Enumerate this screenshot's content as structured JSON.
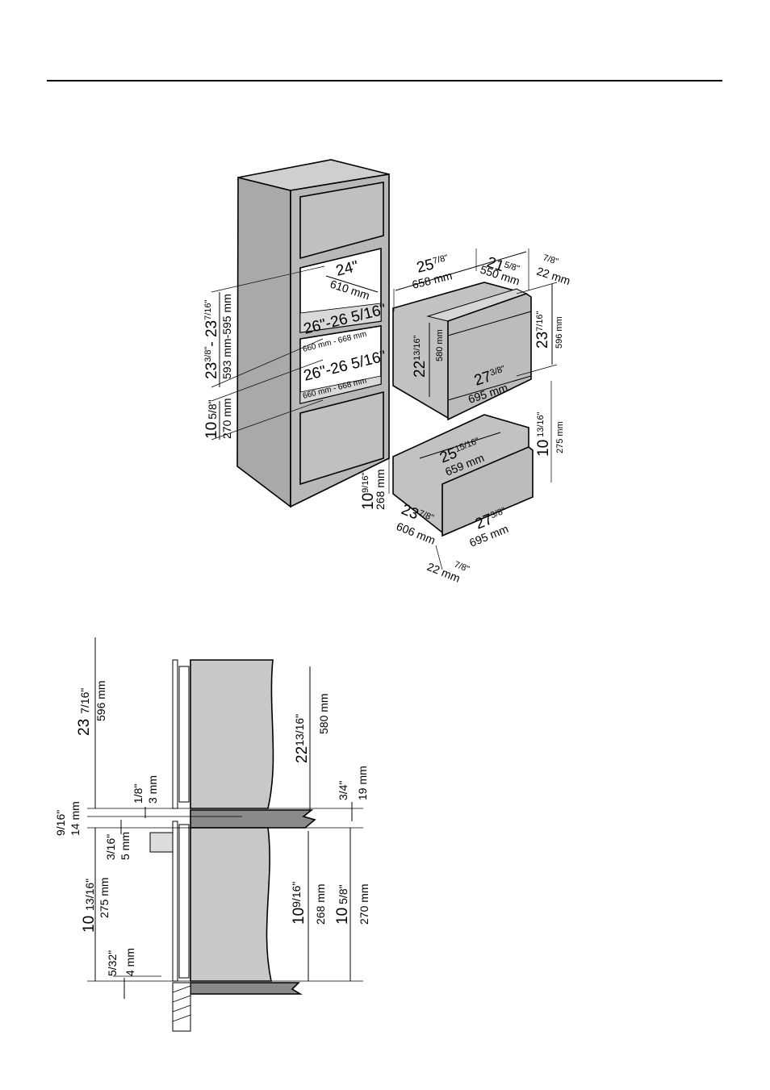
{
  "colors": {
    "cabinet": "#b8b8b8",
    "cabinet_side": "#a9a9a9",
    "appliance": "#c2c2c2",
    "panel_dark": "#8a8a8a",
    "line": "#000000"
  },
  "cabinet_dims": {
    "depth_in": "24\"",
    "depth_mm": "610 mm",
    "niche1_in": "26\"-26 5/16\"",
    "niche1_mm": "660 mm - 668 mm",
    "niche2_in": "26\"-26 5/16\"",
    "niche2_mm": "660 mm - 668 mm",
    "height_in_main": "23",
    "height_in_frac1": "3/8\"",
    "height_in_sep": "- 23",
    "height_in_frac2": "7/16\"",
    "height_mm": "593 mm-595 mm",
    "drawer_niche_in_main": "10",
    "drawer_niche_in_frac": "5/8\"",
    "drawer_niche_mm": "270 mm"
  },
  "oven_dims": {
    "depth_in_main": "25",
    "depth_in_frac": "7/8\"",
    "depth_mm": "658 mm",
    "body_depth_in_main": "21",
    "body_depth_in_frac": "5/8\"",
    "body_depth_mm": "550 mm",
    "front_in": "7/8\"",
    "front_mm": "22 mm",
    "height_in_main": "23",
    "height_in_frac": "7/16\"",
    "height_mm": "596 mm",
    "inner_height_in_main": "22",
    "inner_height_in_frac": "13/16\"",
    "inner_height_mm": "580 mm",
    "width_in_main": "27",
    "width_in_frac": "3/8\"",
    "width_mm": "695 mm"
  },
  "drawer_dims": {
    "width_in_main": "25",
    "width_in_frac": "15/16\"",
    "width_mm": "659 mm",
    "height_in_main": "10",
    "height_in_frac": "13/16\"",
    "height_mm": "275 mm",
    "body_height_in_main": "10",
    "body_height_in_frac": "9/16\"",
    "body_height_mm": "268 mm",
    "depth_in_main": "23",
    "depth_in_frac": "7/8\"",
    "depth_mm": "606 mm",
    "front_width_in_main": "27",
    "front_width_in_frac": "3/8\"",
    "front_width_mm": "695 mm",
    "front_in": "7/8\"",
    "front_mm": "22 mm"
  },
  "side_dims": {
    "oven_h_main": "23",
    "oven_h_frac": "7/16\"",
    "oven_h_mm": "596 mm",
    "gap1_in": "1/8\"",
    "gap1_mm": "3 mm",
    "gap2_in": "9/16\"",
    "gap2_mm": "14 mm",
    "gap3_in": "3/16\"",
    "gap3_mm": "5 mm",
    "drawer_h_main": "10",
    "drawer_h_frac": "13/16\"",
    "drawer_h_mm": "275 mm",
    "gap4_in": "5/32\"",
    "gap4_mm": "4 mm",
    "inner_h_main": "22",
    "inner_h_frac": "13/16\"",
    "inner_h_mm": "580 mm",
    "shelf_in": "3/4\"",
    "shelf_mm": "19 mm",
    "drawer_body_main": "10",
    "drawer_body_frac": "9/16\"",
    "drawer_body_mm": "268 mm",
    "niche_main": "10",
    "niche_frac": "5/8\"",
    "niche_mm": "270 mm"
  }
}
